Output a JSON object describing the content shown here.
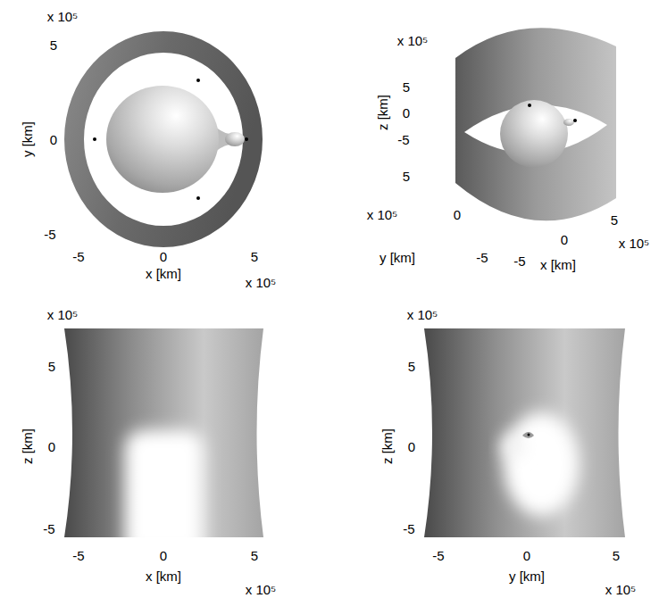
{
  "diagram": {
    "labels": [
      "x 10⁵",
      "5",
      "0",
      "-5",
      "y [km]",
      "-5",
      "0",
      "5",
      "x [km]",
      "x 10⁵",
      "x 10⁵",
      "5",
      "0",
      "-5",
      "z [km]",
      "5",
      "x 10⁵",
      "0",
      "y [km]",
      "-5",
      "5",
      "0",
      "x 10⁵",
      "-5",
      "x [km]",
      "x 10⁵",
      "5",
      "0",
      "-5",
      "z [km]",
      "-5",
      "0",
      "5",
      "x [km]",
      "x 10⁵",
      "x 10⁵",
      "5",
      "0",
      "-5",
      "z [km]",
      "-5",
      "0",
      "5",
      "y [km]",
      "x 10⁵"
    ]
  }
}
